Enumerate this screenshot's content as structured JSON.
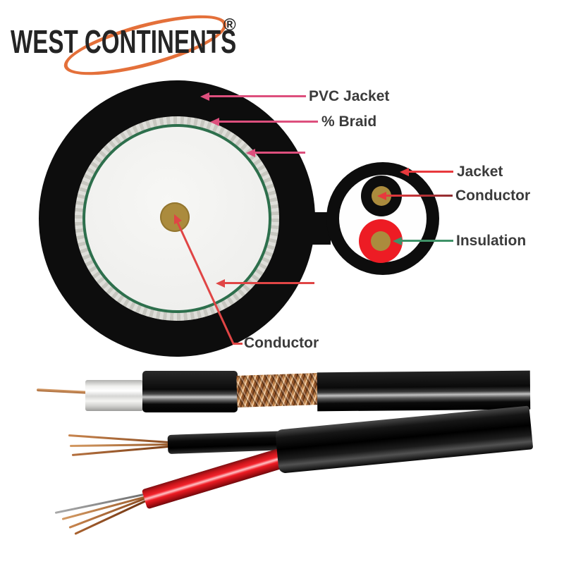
{
  "brand": {
    "name": "WEST CONTINENTS",
    "registered_mark": "®",
    "swoosh_color": "#e4703a",
    "text_color": "#242424"
  },
  "coax_diagram": {
    "labels": {
      "pvc_jacket": "PVC Jacket",
      "braid": "% Braid",
      "conductor": "Conductor"
    }
  },
  "pair_diagram": {
    "labels": {
      "jacket": "Jacket",
      "conductor": "Conductor",
      "insulation": "Insulation"
    }
  },
  "colors": {
    "arrow_pink": "#dd4f7d",
    "arrow_red": "#e04545",
    "arrow_bright_red": "#e8393d",
    "arrow_green": "#3f9268",
    "jacket_black": "#0d0d0d",
    "shield_green": "#2d6f4c",
    "dielectric_white": "#f3f3f1",
    "conductor_tan": "#ab8b3d",
    "wire_red": "#ed1c24",
    "braid_copper": "#b5764a",
    "label_text": "#3b3b3b"
  }
}
